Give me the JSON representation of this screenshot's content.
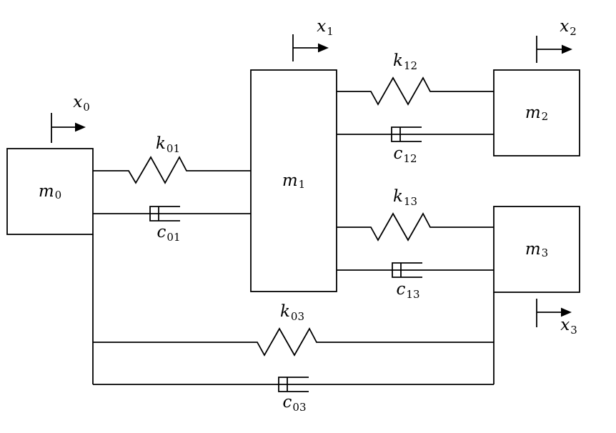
{
  "diagram": {
    "background": "#ffffff",
    "line_color": "#000000",
    "text_color": "#000000"
  },
  "masses": {
    "m0": {
      "main": "m",
      "sub": "0"
    },
    "m1": {
      "main": "m",
      "sub": "1"
    },
    "m2": {
      "main": "m",
      "sub": "2"
    },
    "m3": {
      "main": "m",
      "sub": "3"
    }
  },
  "springs": {
    "k01": {
      "main": "k",
      "sub": "01"
    },
    "k12": {
      "main": "k",
      "sub": "12"
    },
    "k13": {
      "main": "k",
      "sub": "13"
    },
    "k03": {
      "main": "k",
      "sub": "03"
    }
  },
  "dampers": {
    "c01": {
      "main": "c",
      "sub": "01"
    },
    "c12": {
      "main": "c",
      "sub": "12"
    },
    "c13": {
      "main": "c",
      "sub": "13"
    },
    "c03": {
      "main": "c",
      "sub": "03"
    }
  },
  "coordinates": {
    "x0": {
      "main": "x",
      "sub": "0"
    },
    "x1": {
      "main": "x",
      "sub": "1"
    },
    "x2": {
      "main": "x",
      "sub": "2"
    },
    "x3": {
      "main": "x",
      "sub": "3"
    }
  },
  "connections": [
    {
      "between": [
        "m0",
        "m1"
      ],
      "spring": "k01",
      "damper": "c01"
    },
    {
      "between": [
        "m1",
        "m2"
      ],
      "spring": "k12",
      "damper": "c12"
    },
    {
      "between": [
        "m1",
        "m3"
      ],
      "spring": "k13",
      "damper": "c13"
    },
    {
      "between": [
        "m0",
        "m3"
      ],
      "spring": "k03",
      "damper": "c03"
    }
  ]
}
